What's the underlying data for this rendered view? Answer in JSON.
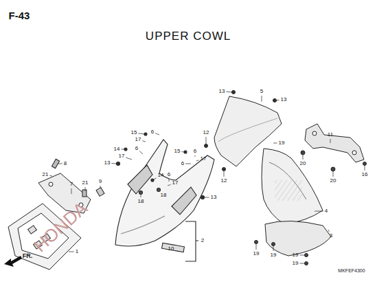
{
  "diagram": {
    "title": "UPPER COWL",
    "labels": [
      "F-43",
      "13",
      "5",
      "13",
      "12",
      "19",
      "11",
      "15",
      "6",
      "17",
      "14",
      "6",
      "17",
      "13",
      "15",
      "6",
      "17",
      "6",
      "20",
      "16",
      "12",
      "20",
      "8",
      "21",
      "14",
      "6",
      "17",
      "18",
      "9",
      "7",
      "21",
      "18",
      "13",
      "4",
      "2",
      "3",
      "1",
      "10",
      "19",
      "19",
      "19",
      "19",
      "FR.",
      "MKFEF4300",
      "HONDA"
    ]
  }
}
